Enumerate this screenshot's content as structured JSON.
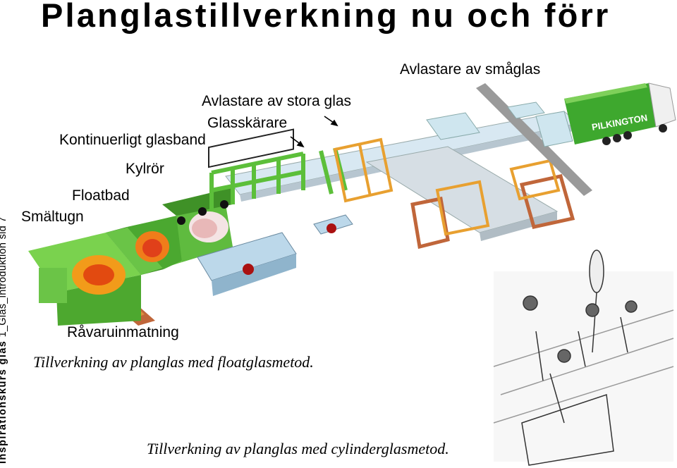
{
  "title": "Planglastillverkning nu och förr",
  "side_bold": "Inspirationskurs glas",
  "side_rest": " 1_Glas_introduktion sid 7",
  "labels": {
    "small_unloader": "Avlastare av småglas",
    "large_unloader": "Avlastare av stora glas",
    "cutter": "Glasskärare",
    "ribbon": "Kontinuerligt glasband",
    "cooler": "Kylrör",
    "float_bath": "Floatbad",
    "melter": "Smältugn",
    "raw_feed": "Råvaruinmatning"
  },
  "captions": {
    "float": "Tillverkning av planglas med floatglasmetod.",
    "cylinder": "Tillverkning av planglas med cylinderglasmetod."
  },
  "truck_text": "PILKINGTON",
  "colors": {
    "green": "#5cbf3a",
    "dark_green": "#2f8a22",
    "orange": "#e88f1a",
    "brown": "#c0663a",
    "gray": "#9a9a9a"
  }
}
